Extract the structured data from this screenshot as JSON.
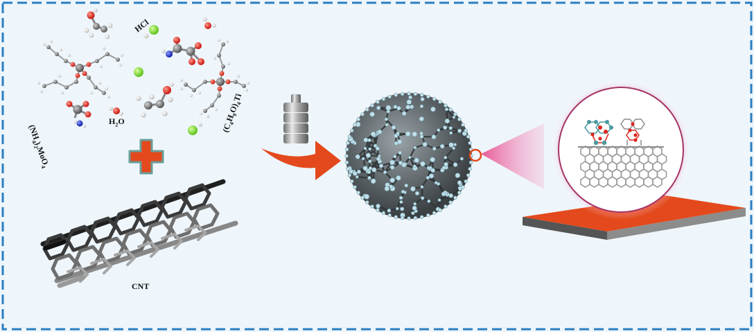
{
  "labels": {
    "hcl": "HCl",
    "h2o_prefix": "H",
    "h2o_sub": "2",
    "h2o_suffix": "O",
    "ammonium_molybdate": "(NH",
    "ammonium_sub1": "4",
    "ammonium_mid": ")",
    "ammonium_sub2": "2",
    "ammonium_end": "MoO",
    "ammonium_sub3": "4",
    "titanium_butoxide": "(C",
    "tb_sub1": "4",
    "tb_mid1": "H",
    "tb_sub2": "9",
    "tb_mid2": "O)",
    "tb_sub3": "4",
    "tb_end": "Ti",
    "cnt": "CNT"
  },
  "colors": {
    "border": "#2b7ec1",
    "background": "#eef6fb",
    "arrow": "#e3491c",
    "plus": "#e3491c",
    "plus_outline": "#6a9e9a",
    "highlight": "#e74c8b",
    "oxygen": "#e0241e",
    "chlorine": "#8fe63d",
    "nitrogen": "#1a2fd0",
    "hydrogen": "#ffffff",
    "carbon": "#8a8a8a",
    "ti": "#4a9aa0",
    "substrate": "#e3491c"
  }
}
